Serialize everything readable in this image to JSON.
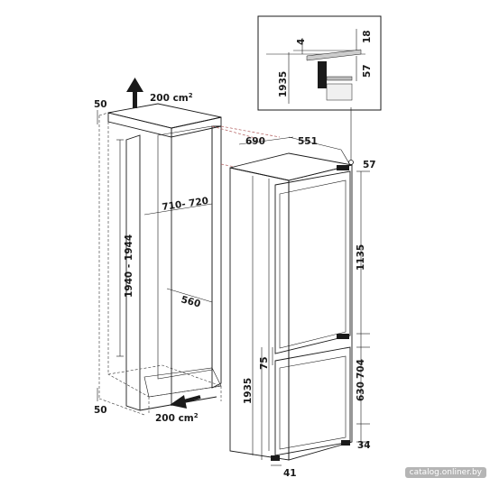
{
  "niche": {
    "top_gap": "50",
    "bottom_gap": "50",
    "top_vent_area": "200 cm",
    "bottom_vent_area": "200 cm",
    "area_superscript": "2",
    "height_range": "1940 - 1944",
    "depth_range": "710- 720",
    "width": "560"
  },
  "appliance": {
    "depth_with_door": "690",
    "depth": "551",
    "top_offset": "57",
    "fridge_door_height": "1135",
    "gap_between_doors": "75",
    "freezer_section_height": "704",
    "freezer_door_height": "630",
    "total_height": "1935",
    "bottom_offset": "34",
    "side_offset": "41"
  },
  "detail_inset": {
    "gap_top": "4",
    "hinge_height": "18",
    "hinge_offset": "57",
    "height": "1935"
  },
  "watermark": "catalog.onliner.by"
}
